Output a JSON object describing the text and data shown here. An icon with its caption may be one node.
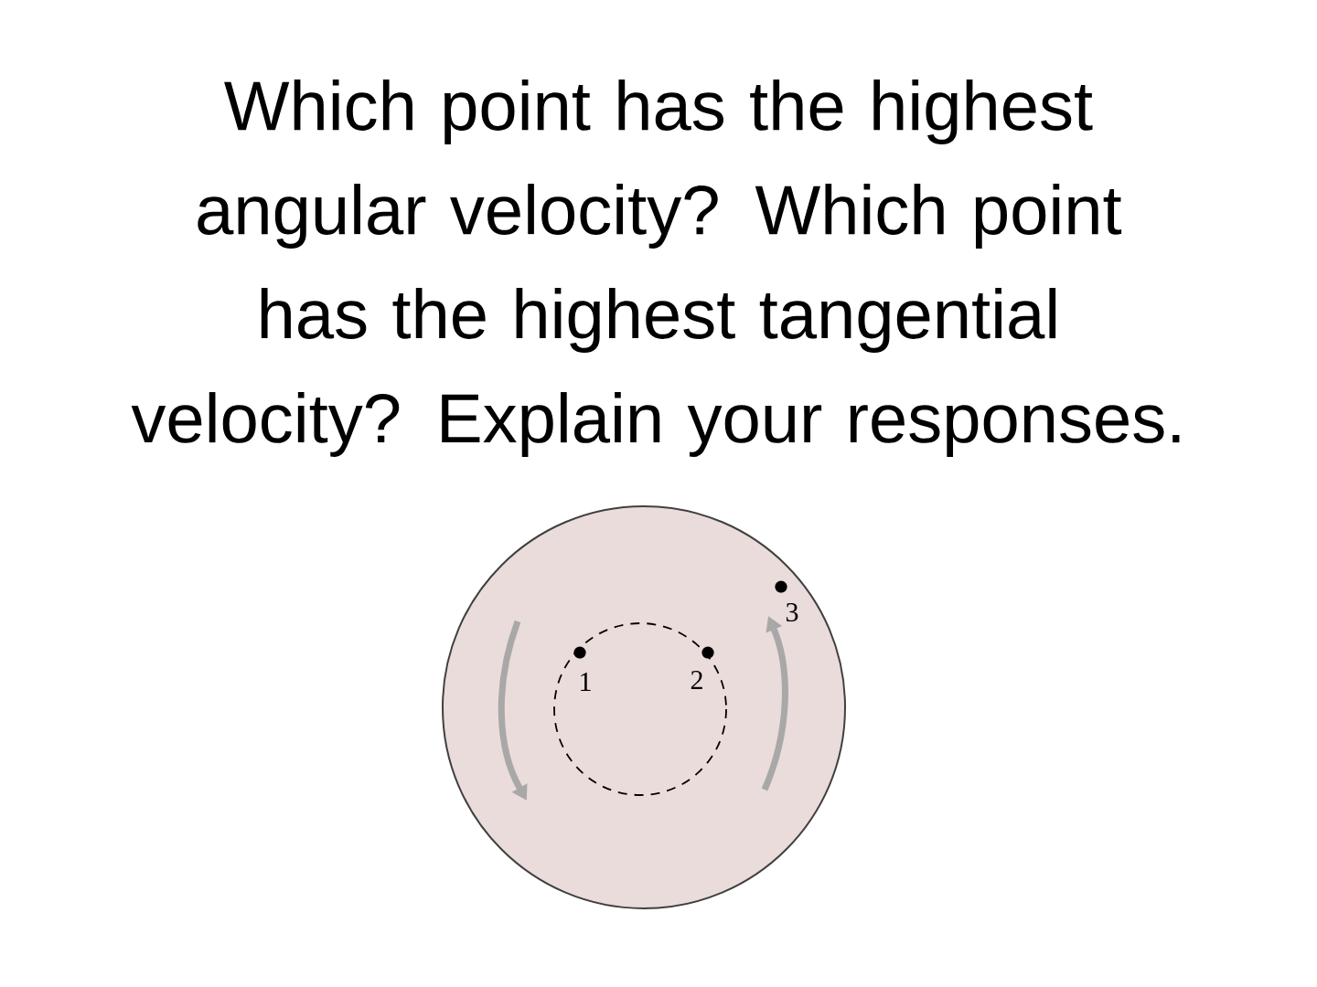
{
  "diagram": {
    "title": "Which point has the highest angular velocity?  Which point has the highest tangential velocity? Explain your responses.",
    "labels": [
      "3",
      "1",
      "2"
    ]
  }
}
